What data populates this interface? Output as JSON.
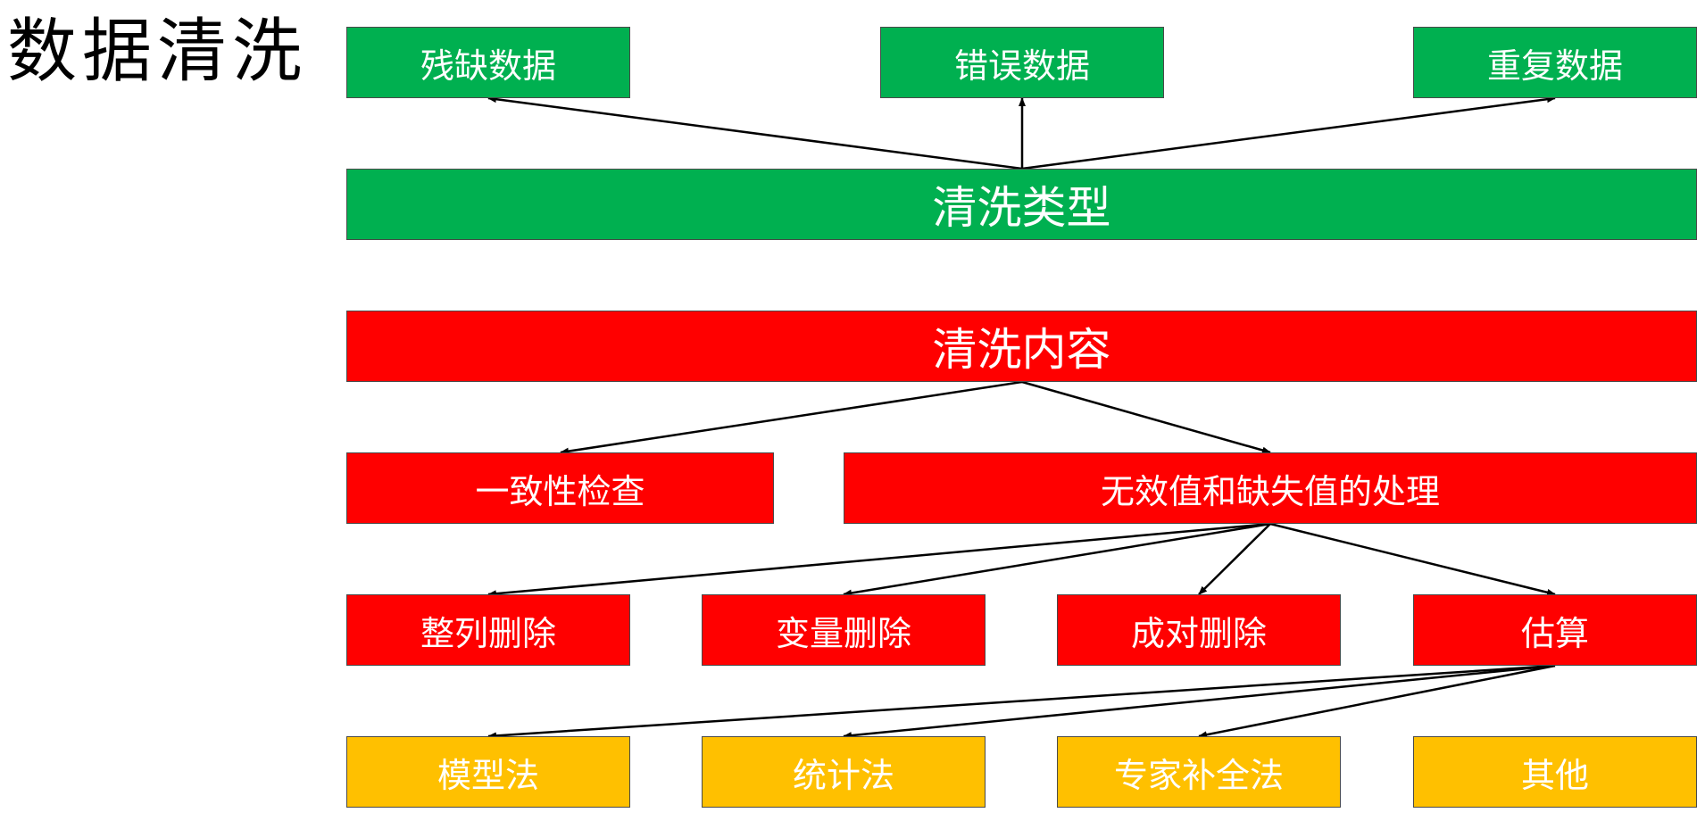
{
  "title": "数据清洗",
  "colors": {
    "green": "#00b050",
    "red": "#ff0000",
    "yellow": "#ffc000"
  },
  "types": {
    "root": "清洗类型",
    "children": [
      "残缺数据",
      "错误数据",
      "重复数据"
    ]
  },
  "content": {
    "root": "清洗内容",
    "children": [
      "一致性检查",
      "无效值和缺失值的处理"
    ],
    "handling": [
      "整列删除",
      "变量删除",
      "成对删除",
      "估算"
    ],
    "estimation": [
      "模型法",
      "统计法",
      "专家补全法",
      "其他"
    ]
  }
}
